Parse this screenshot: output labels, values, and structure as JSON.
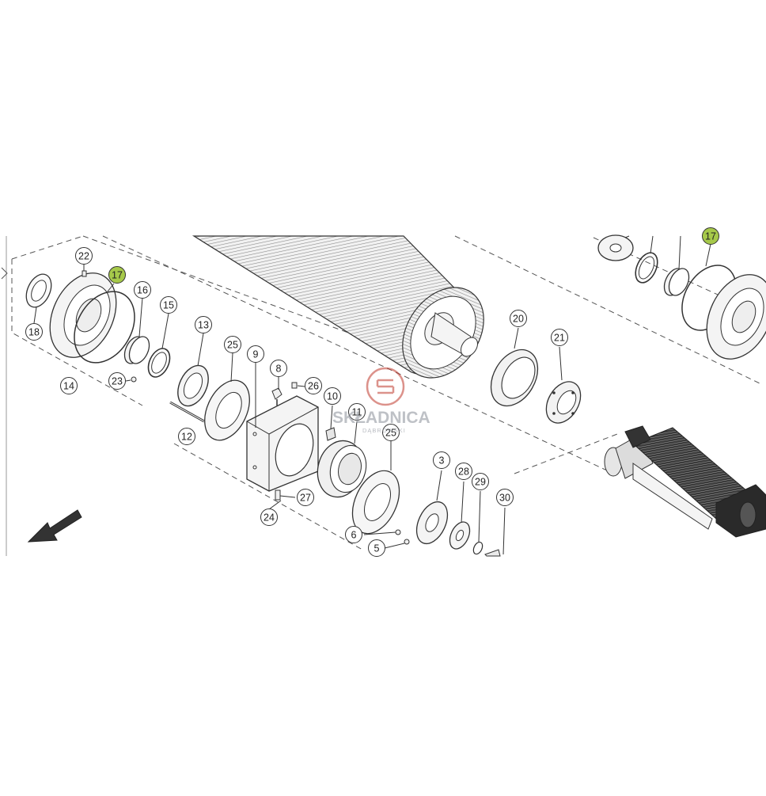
{
  "diagram": {
    "callouts": [
      {
        "id": "c22",
        "text": "22",
        "highlight": false
      },
      {
        "id": "c17a",
        "text": "17",
        "highlight": true
      },
      {
        "id": "c16",
        "text": "16",
        "highlight": false
      },
      {
        "id": "c15",
        "text": "15",
        "highlight": false
      },
      {
        "id": "c18",
        "text": "18",
        "highlight": false
      },
      {
        "id": "c13",
        "text": "13",
        "highlight": false
      },
      {
        "id": "c25a",
        "text": "25",
        "highlight": false
      },
      {
        "id": "c9",
        "text": "9",
        "highlight": false
      },
      {
        "id": "c8",
        "text": "8",
        "highlight": false
      },
      {
        "id": "c26",
        "text": "26",
        "highlight": false
      },
      {
        "id": "c10",
        "text": "10",
        "highlight": false
      },
      {
        "id": "c11",
        "text": "11",
        "highlight": false
      },
      {
        "id": "c25b",
        "text": "25",
        "highlight": false
      },
      {
        "id": "c23",
        "text": "23",
        "highlight": false
      },
      {
        "id": "c14",
        "text": "14",
        "highlight": false
      },
      {
        "id": "c12",
        "text": "12",
        "highlight": false
      },
      {
        "id": "c20",
        "text": "20",
        "highlight": false
      },
      {
        "id": "c21",
        "text": "21",
        "highlight": false
      },
      {
        "id": "c3",
        "text": "3",
        "highlight": false
      },
      {
        "id": "c28",
        "text": "28",
        "highlight": false
      },
      {
        "id": "c29",
        "text": "29",
        "highlight": false
      },
      {
        "id": "c30",
        "text": "30",
        "highlight": false
      },
      {
        "id": "c27",
        "text": "27",
        "highlight": false
      },
      {
        "id": "c24",
        "text": "24",
        "highlight": false
      },
      {
        "id": "c6",
        "text": "6",
        "highlight": false
      },
      {
        "id": "c5",
        "text": "5",
        "highlight": false
      },
      {
        "id": "c17b",
        "text": "17",
        "highlight": true
      }
    ],
    "highlight_color": "#a6c94a",
    "line_color": "#333333"
  },
  "watermark": {
    "brand": "SKŁADNICA",
    "sub": "DĄBROWSKI",
    "color": "#c0392b"
  }
}
